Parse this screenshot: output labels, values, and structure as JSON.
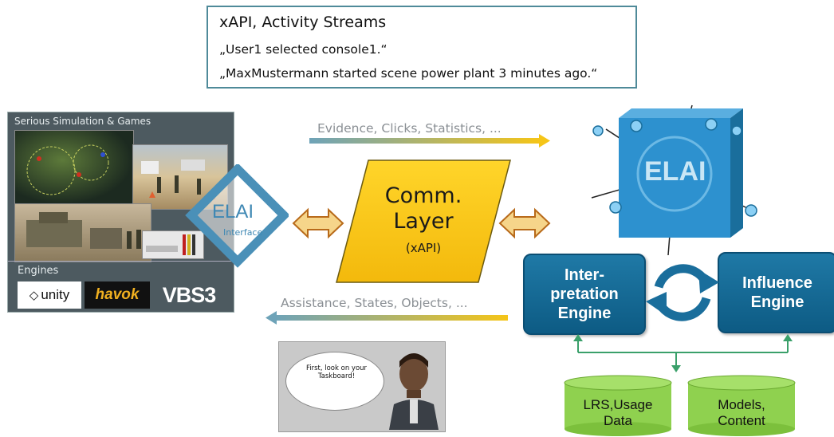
{
  "xapi": {
    "title": "xAPI, Activity Streams",
    "line1": "„User1 selected console1.“",
    "line2": "„MaxMustermann started scene power plant 3 minutes ago.“"
  },
  "left_panel": {
    "top_label": "Serious Simulation & Games",
    "engines_label": "Engines",
    "engines": [
      "unity",
      "havok",
      "VBS3"
    ]
  },
  "elai_interface": {
    "title": "ELAI",
    "subtitle": "Interface"
  },
  "flows": {
    "top": "Evidence, Clicks, Statistics, ...",
    "bottom": "Assistance, States, Objects, ..."
  },
  "comm_layer": {
    "line1": "Comm.",
    "line2": "Layer",
    "line3": "(xAPI)"
  },
  "elai_cube_label": "ELAI",
  "interpretation_engine": {
    "line1": "Inter-",
    "line2": "pretation",
    "line3": "Engine"
  },
  "influence_engine": {
    "line1": "Influence",
    "line2": "Engine"
  },
  "databases": [
    {
      "line1": "LRS,Usage",
      "line2": "Data"
    },
    {
      "line1": "Models,",
      "line2": "Content"
    }
  ],
  "taskboard_bubble": "First, look on your Taskboard!",
  "colors": {
    "accent_blue": "#1a6e9c",
    "comm_yellow": "#f5c518",
    "db_green": "#7ec845",
    "arrow_orange": "#f0c060"
  }
}
